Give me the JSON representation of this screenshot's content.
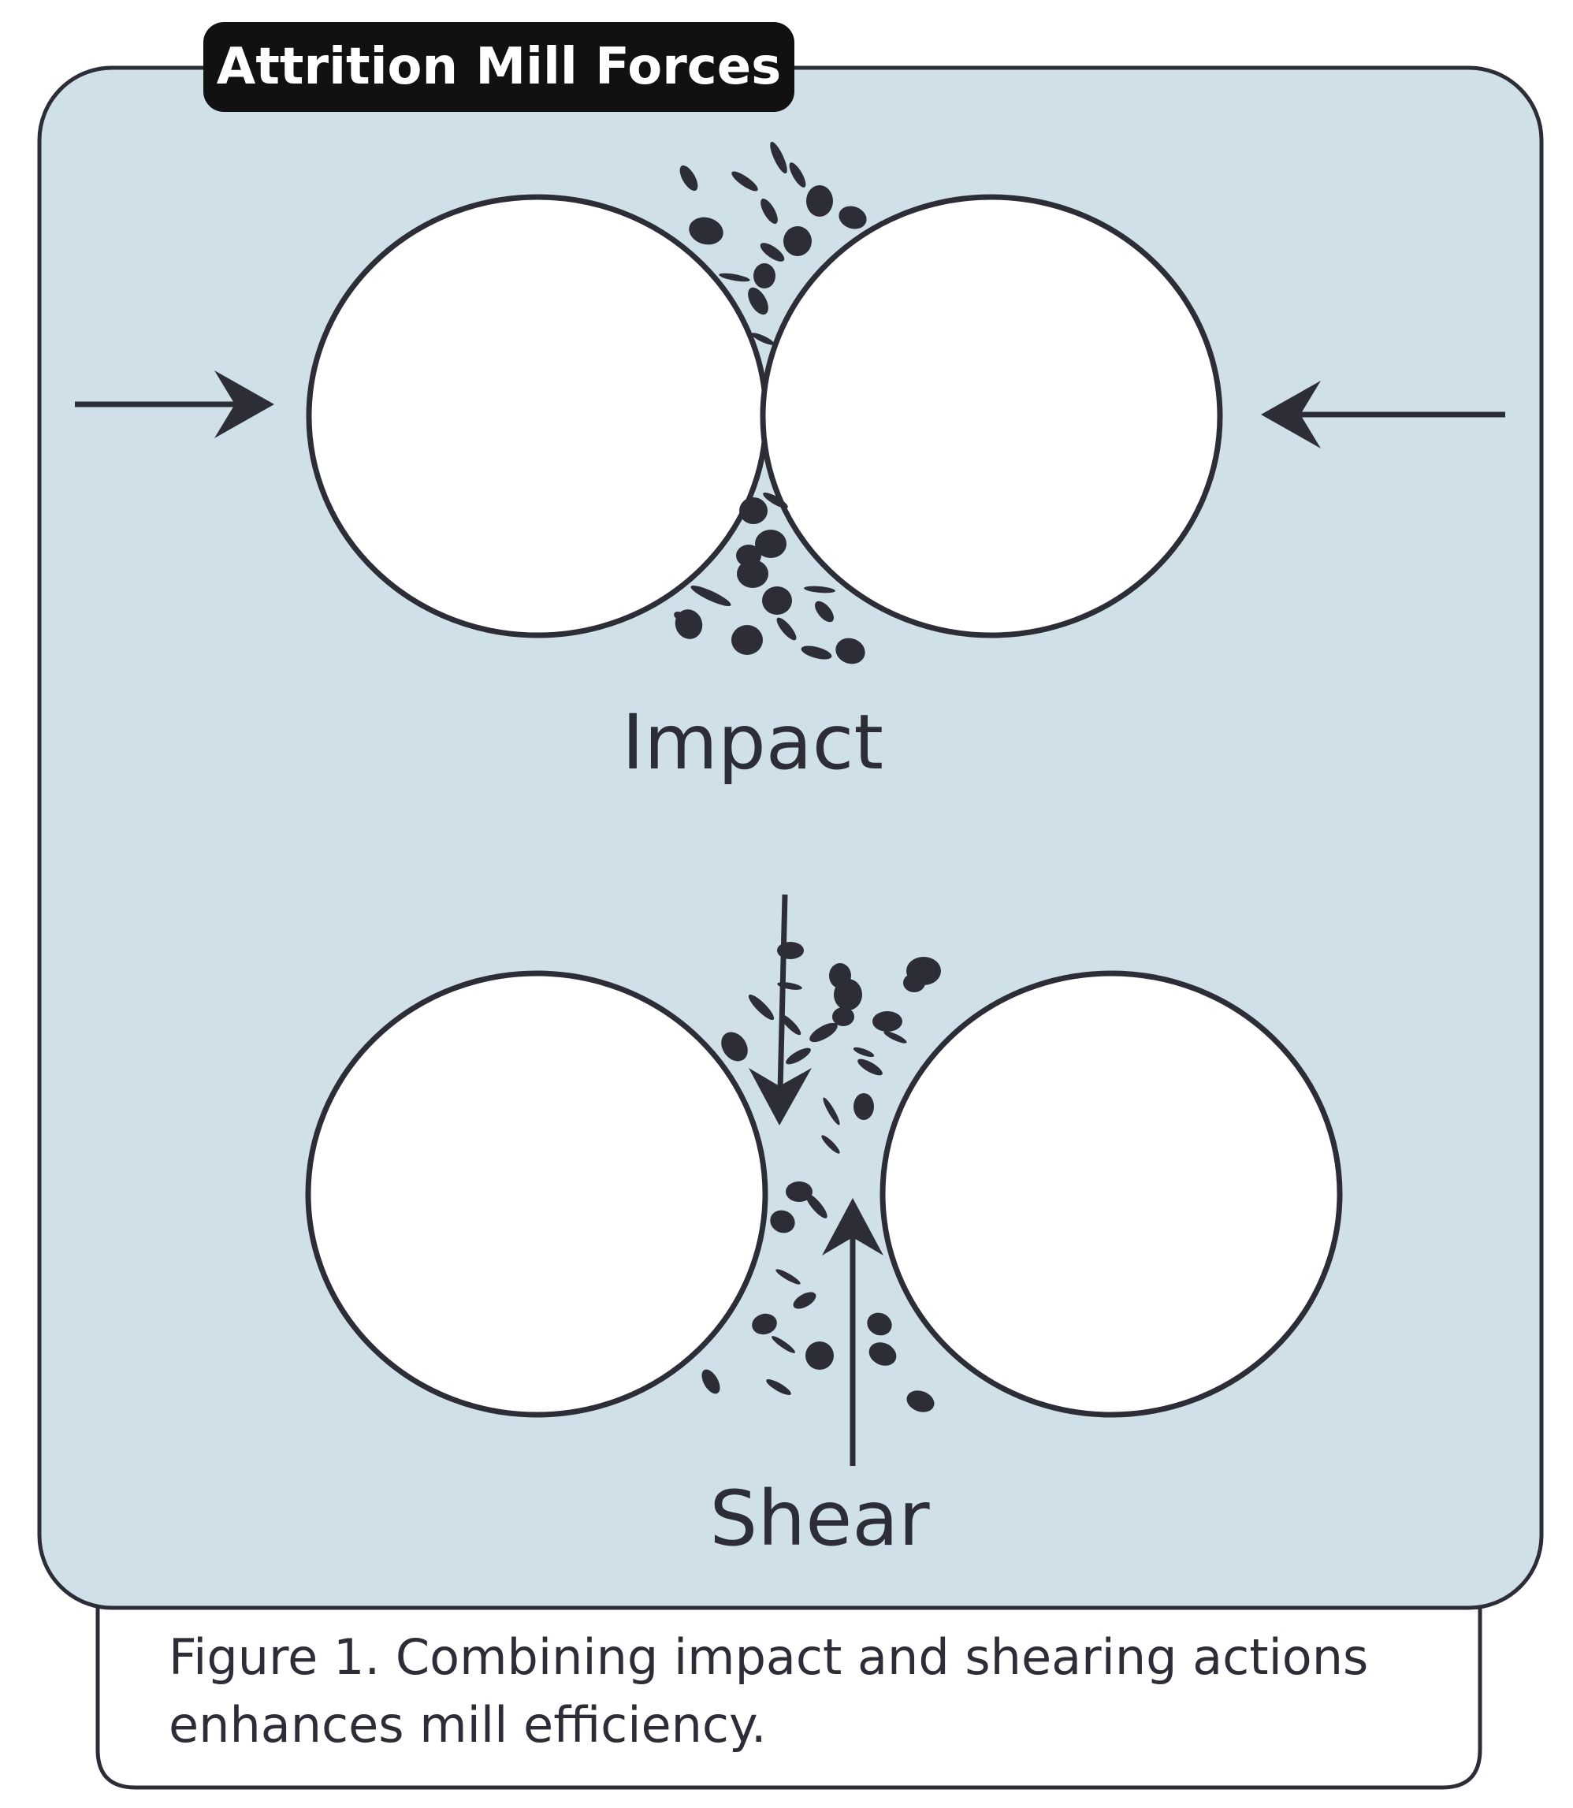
{
  "title": "Attrition Mill Forces",
  "labels": {
    "impact": "Impact",
    "shear": "Shear"
  },
  "caption": {
    "line1": "Figure 1. Combining impact and shearing actions",
    "line2": "enhances mill efficiency."
  },
  "colors": {
    "panel_fill": "#d0e0e8",
    "ink": "#2c2d36",
    "title_bg": "#111111",
    "ball_fill": "#ffffff"
  }
}
